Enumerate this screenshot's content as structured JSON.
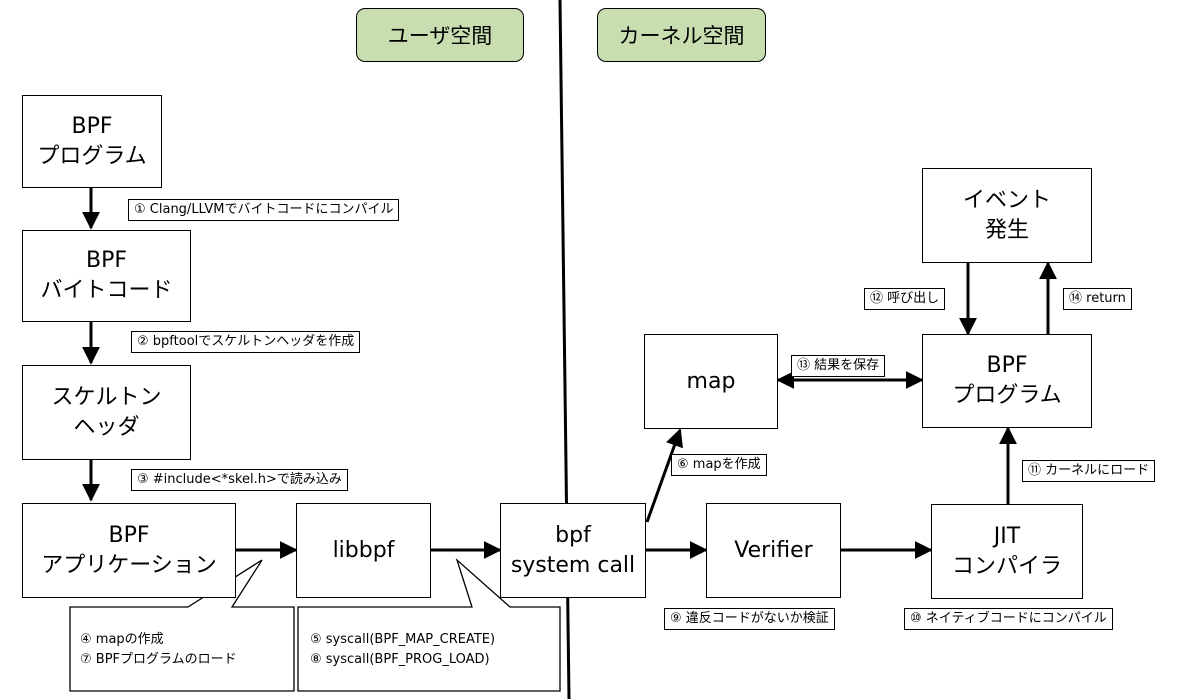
{
  "headers": {
    "user_space": "ユーザ空間",
    "kernel_space": "カーネル空間"
  },
  "boxes": {
    "bpf_program": "BPF\nプログラム",
    "bpf_bytecode": "BPF\nバイトコード",
    "skeleton_header": "スケルトン\nヘッダ",
    "bpf_application": "BPF\nアプリケーション",
    "libbpf": "libbpf",
    "bpf_syscall": "bpf\nsystem call",
    "verifier": "Verifier",
    "jit_compiler": "JIT\nコンパイラ",
    "map": "map",
    "kernel_bpf_program": "BPF\nプログラム",
    "event": "イベント\n発生"
  },
  "notes": {
    "step1": "① Clang/LLVMでバイトコードにコンパイル",
    "step2": "② bpftoolでスケルトンヘッダを作成",
    "step3": "③ #include<*skel.h>で読み込み",
    "step6": "⑥ mapを作成",
    "step9": "⑨ 違反コードがないか検証",
    "step10": "⑩ ネイティブコードにコンパイル",
    "step11": "⑪ カーネルにロード",
    "step12": "⑫ 呼び出し",
    "step13": "⑬ 結果を保存",
    "step14": "⑭ return"
  },
  "callouts": {
    "application": "④ mapの作成\n⑦ BPFプログラムのロード",
    "libbpf": "⑤ syscall(BPF_MAP_CREATE)\n⑧ syscall(BPF_PROG_LOAD)"
  }
}
